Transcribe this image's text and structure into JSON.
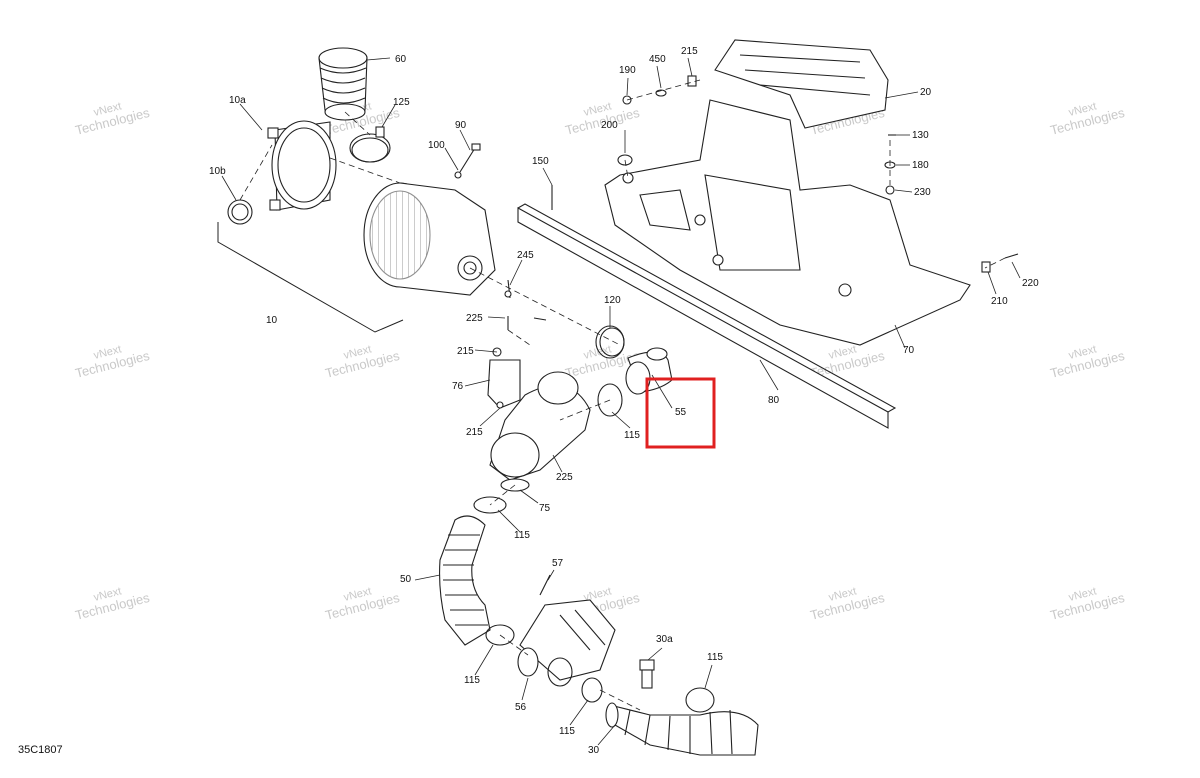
{
  "diagram_code": "35C1807",
  "highlight_color": "#e02020",
  "watermark": [
    "vNext",
    "Technologies"
  ],
  "part_labels": [
    {
      "id": "p60",
      "text": "60"
    },
    {
      "id": "p10a",
      "text": "10a"
    },
    {
      "id": "p125",
      "text": "125"
    },
    {
      "id": "p90",
      "text": "90"
    },
    {
      "id": "p100",
      "text": "100"
    },
    {
      "id": "p10b",
      "text": "10b"
    },
    {
      "id": "p10",
      "text": "10"
    },
    {
      "id": "p245",
      "text": "245"
    },
    {
      "id": "p225a",
      "text": "225"
    },
    {
      "id": "p215a",
      "text": "215"
    },
    {
      "id": "p76",
      "text": "76"
    },
    {
      "id": "p215b",
      "text": "215"
    },
    {
      "id": "p120",
      "text": "120"
    },
    {
      "id": "p115a",
      "text": "115"
    },
    {
      "id": "p55",
      "text": "55"
    },
    {
      "id": "p225b",
      "text": "225"
    },
    {
      "id": "p75",
      "text": "75"
    },
    {
      "id": "p115b",
      "text": "115"
    },
    {
      "id": "p50",
      "text": "50"
    },
    {
      "id": "p57",
      "text": "57"
    },
    {
      "id": "p115c",
      "text": "115"
    },
    {
      "id": "p56",
      "text": "56"
    },
    {
      "id": "p115d",
      "text": "115"
    },
    {
      "id": "p30",
      "text": "30"
    },
    {
      "id": "p30a",
      "text": "30a"
    },
    {
      "id": "p115e",
      "text": "115"
    },
    {
      "id": "p190",
      "text": "190"
    },
    {
      "id": "p450",
      "text": "450"
    },
    {
      "id": "p215c",
      "text": "215"
    },
    {
      "id": "p20",
      "text": "20"
    },
    {
      "id": "p200",
      "text": "200"
    },
    {
      "id": "p150",
      "text": "150"
    },
    {
      "id": "p130",
      "text": "130"
    },
    {
      "id": "p180",
      "text": "180"
    },
    {
      "id": "p230",
      "text": "230"
    },
    {
      "id": "p220",
      "text": "220"
    },
    {
      "id": "p210",
      "text": "210"
    },
    {
      "id": "p70",
      "text": "70"
    },
    {
      "id": "p80",
      "text": "80"
    }
  ]
}
